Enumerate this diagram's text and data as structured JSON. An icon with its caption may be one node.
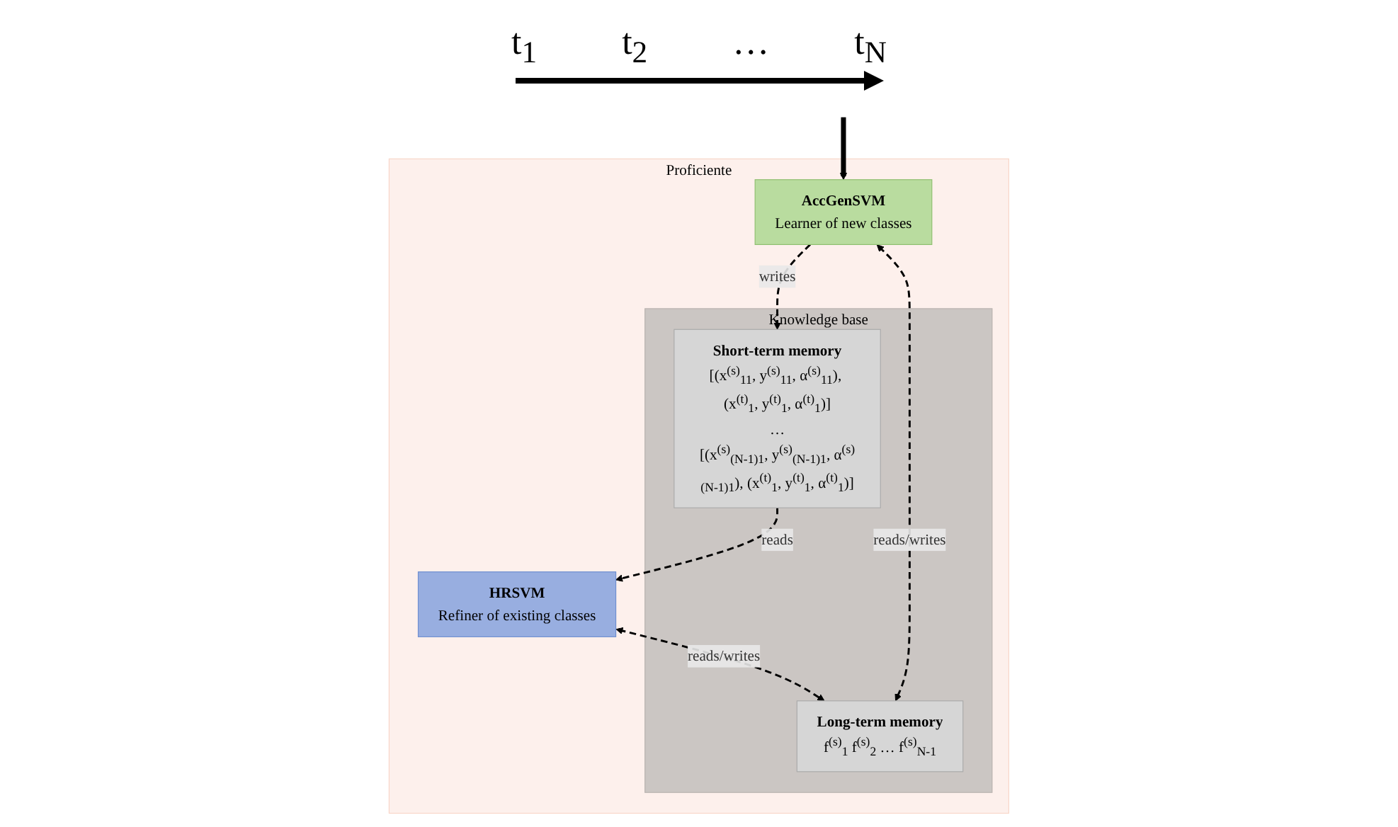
{
  "diagram": {
    "nodes": [
      {
        "text": [
          "Proficiente"
        ]
      },
      {
        "text": [
          "HRSVM",
          "Refiner of existing classes"
        ],
        "in": 0
      },
      {
        "text": [
          "AccGenSVM",
          "Learner of new classes"
        ],
        "in": 0
      },
      {
        "text": [
          "Knowledge base"
        ],
        "in": 0
      },
      {
        "text": [
          "Short-term memory",
          "[(x$^{(s)}$$_{11}$, y$^{(s)}$$_{11}$, α$^{(s)}$$_{11}$), (x$^{(t)}$$_{1}$, y$^{(t)}$$_{1}$, α$^{(t)}$$_{1}$)]",
          "…",
          "[(x$^{(s)}$$_{(N-1)1}$, y$^{(s)}$$_{(N-1)1}$, α$^{(s)}$$_{(N-1)1}$), (x$^{(t)}$$_{1}$, y$^{(t)}$$_{1}$, α$^{(t)}$$_{1}$)]"
        ],
        "in": 3
      },
      {
        "text": [
          "Long-term memory",
          "f$^{(s)}$$_{1}$ f$^{(s)}$$_{2}$ … f$^{(s)}$$_{N-1}$"
        ],
        "in": 3
      }
    ],
    "edges": [
      {
        "from": null,
        "to": 2,
        "arrow": "to",
        "style": "thick"
      },
      {
        "from": 4,
        "to": 1,
        "arrow": "to",
        "label": "reads",
        "style": "dashed"
      },
      {
        "from": 1,
        "to": 5,
        "arrow": "both",
        "label": "reads/writes",
        "style": "dashed"
      },
      {
        "from": 2,
        "to": 4,
        "arrow": "to",
        "label": "writes",
        "style": "dashed"
      },
      {
        "from": 2,
        "to": 5,
        "arrow": "both",
        "label": "reads/writes",
        "style": "dashed"
      }
    ],
    "labels": [
      "t$_{1}$",
      "t$_{2}$",
      "…",
      "t$_{N}$"
    ]
  }
}
